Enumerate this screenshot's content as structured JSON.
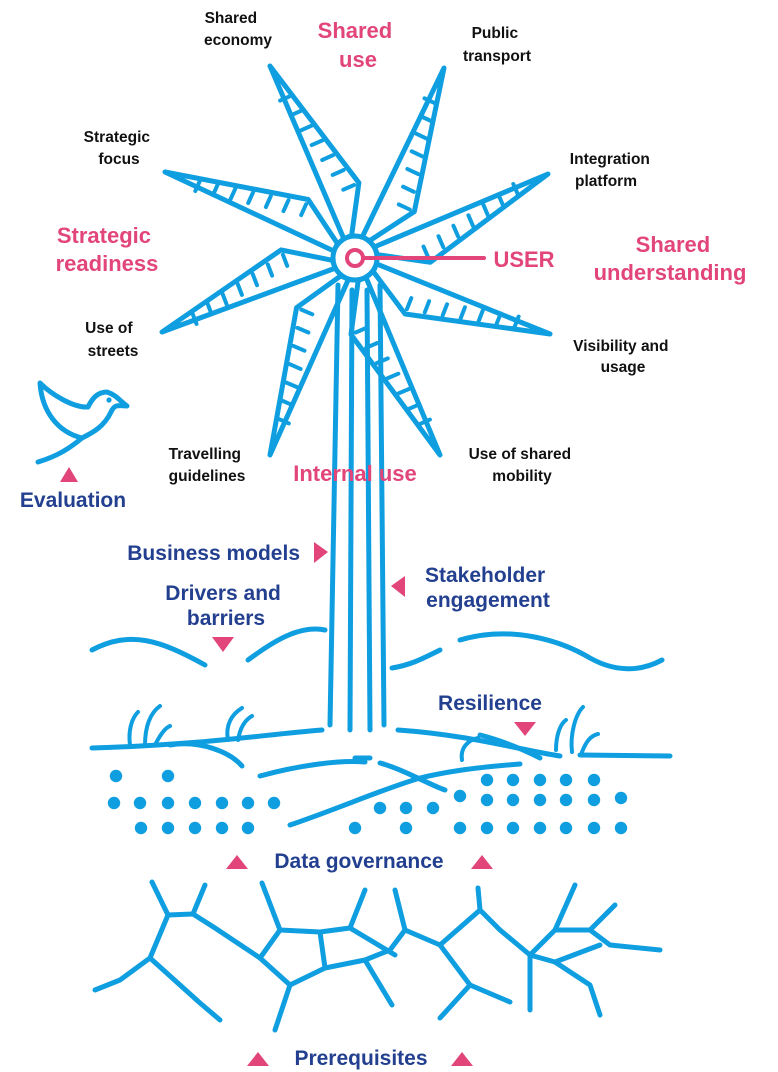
{
  "labels": {
    "shared_economy": [
      "Shared",
      "economy"
    ],
    "public_transport": [
      "Public",
      "transport"
    ],
    "strategic_focus": [
      "Strategic",
      "focus"
    ],
    "integration_platform": [
      "Integration",
      "platform"
    ],
    "use_of_streets": [
      "Use of",
      "streets"
    ],
    "visibility_usage": [
      "Visibility and",
      "usage"
    ],
    "travelling_guidelines": [
      "Travelling",
      "guidelines"
    ],
    "use_shared_mobility": [
      "Use of shared",
      "mobility"
    ]
  },
  "categories": {
    "shared_use": [
      "Shared",
      "use"
    ],
    "strategic_readiness": [
      "Strategic",
      "readiness"
    ],
    "shared_understanding": [
      "Shared",
      "understanding"
    ],
    "internal_use": "Internal use",
    "user": "USER"
  },
  "support": {
    "evaluation": "Evaluation",
    "business_models": "Business models",
    "drivers_barriers": [
      "Drivers and",
      "barriers"
    ],
    "stakeholder_engagement": [
      "Stakeholder",
      "engagement"
    ],
    "resilience": "Resilience",
    "data_governance": "Data governance",
    "prerequisites": "Prerequisites"
  },
  "colors": {
    "blue": "#0f9ee0",
    "pink": "#e2457a",
    "navy": "#233f8f",
    "text": "#111111"
  },
  "icons": {
    "bird": "bird-icon"
  }
}
